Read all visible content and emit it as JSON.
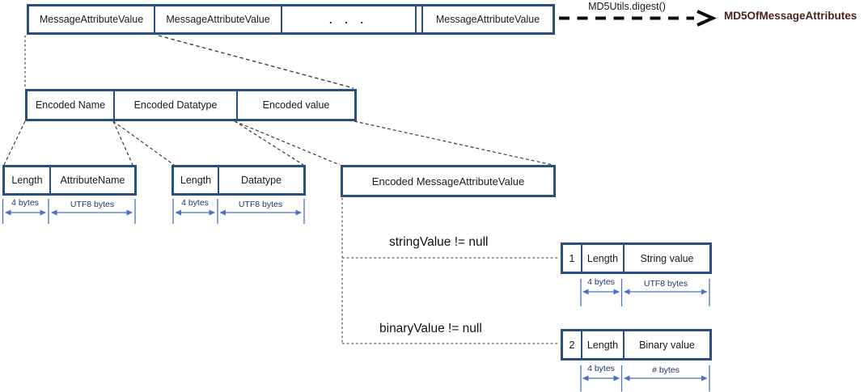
{
  "top_row": {
    "cells": [
      "MessageAttributeValue",
      "MessageAttributeValue",
      ". . .",
      "MessageAttributeValue"
    ]
  },
  "md5": {
    "function_label": "MD5Utils.digest()",
    "result_label": "MD5OfMessageAttributes"
  },
  "encoded_row": {
    "cells": [
      "Encoded Name",
      "Encoded Datatype",
      "Encoded value"
    ]
  },
  "name_encoding": {
    "cells": [
      "Length",
      "AttributeName"
    ],
    "sizes": [
      "4 bytes",
      "UTF8 bytes"
    ]
  },
  "datatype_encoding": {
    "cells": [
      "Length",
      "Datatype"
    ],
    "sizes": [
      "4 bytes",
      "UTF8 bytes"
    ]
  },
  "value_encoding": {
    "label": "Encoded MessageAttributeValue"
  },
  "string_branch": {
    "condition": "stringValue != null",
    "cells": [
      "1",
      "Length",
      "String value"
    ],
    "sizes": [
      "4 bytes",
      "UTF8 bytes"
    ]
  },
  "binary_branch": {
    "condition": "binaryValue != null",
    "cells": [
      "2",
      "Length",
      "Binary value"
    ],
    "sizes": [
      "4 bytes",
      "# bytes"
    ]
  },
  "colors": {
    "box_border": "#28507f",
    "annotation_arrow": "#4472c4",
    "annotation_text": "#1f3864",
    "result_text": "#4a2320",
    "connector": "#3c3c3c"
  }
}
